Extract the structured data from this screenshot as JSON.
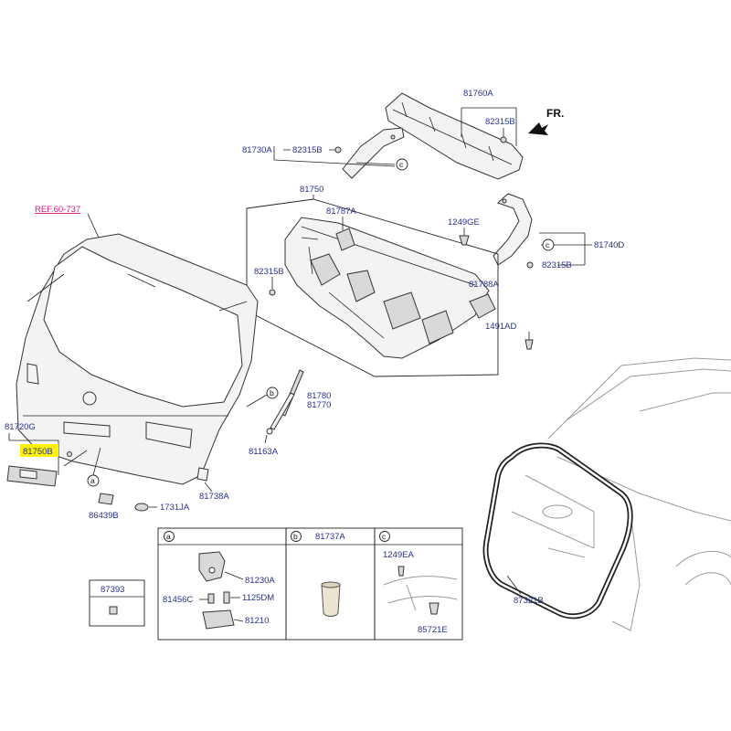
{
  "labels": {
    "ref": "REF.60-737",
    "fr": "FR.",
    "p81760A": "81760A",
    "p82315B_top": "82315B",
    "p81730A": "81730A",
    "p82315B_left": "82315B",
    "p81750": "81750",
    "p81787A": "81787A",
    "p1249GE": "1249GE",
    "p81740D": "81740D",
    "p82315B_right": "82315B",
    "p82315B_mid": "82315B",
    "p81788A": "81788A",
    "p1491AD": "1491AD",
    "p81780": "81780",
    "p81770": "81770",
    "p81163A": "81163A",
    "p81720G": "81720G",
    "p81750B": "81750B",
    "p81738A": "81738A",
    "p86439B": "86439B",
    "p1731JA": "1731JA",
    "p87321B": "87321B"
  },
  "callouts": {
    "a": "a",
    "b": "b",
    "c": "c"
  },
  "boxes": {
    "a": {
      "tag": "a",
      "p81230A": "81230A",
      "p81456C": "81456C",
      "p1125DM": "1125DM",
      "p81210": "81210"
    },
    "b": {
      "tag": "b",
      "p81737A": "81737A"
    },
    "c": {
      "tag": "c",
      "p1249EA": "1249EA",
      "p85721E": "85721E"
    },
    "d": {
      "p87393": "87393"
    }
  },
  "highlight_color": "#fff200",
  "label_color": "#27318c",
  "ref_color": "#d41d8c"
}
